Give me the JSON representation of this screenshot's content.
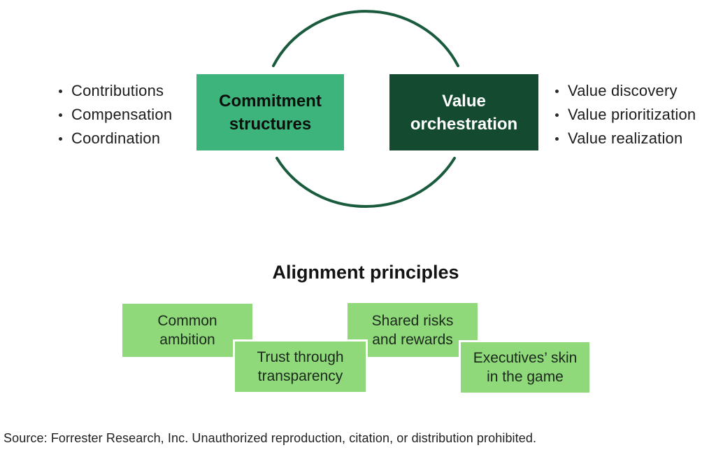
{
  "figure": {
    "left_list": {
      "items": [
        "Contributions",
        "Compensation",
        "Coordination"
      ]
    },
    "commitment_box": {
      "line1": "Commitment",
      "line2": "structures"
    },
    "value_box": {
      "line1": "Value",
      "line2": "orchestration"
    },
    "right_list": {
      "items": [
        "Value discovery",
        "Value prioritization",
        "Value realization"
      ]
    },
    "principles": {
      "title": "Alignment principles",
      "boxes": [
        {
          "line1": "Common",
          "line2": "ambition"
        },
        {
          "line1": "Trust through",
          "line2": "transparency"
        },
        {
          "line1": "Shared risks",
          "line2": "and rewards"
        },
        {
          "line1": "Executives’ skin",
          "line2": "in the game"
        }
      ]
    },
    "source": "Source: Forrester Research, Inc. Unauthorized reproduction, citation, or distribution prohibited.",
    "colors": {
      "medium_green": "#3DB47C",
      "dark_green": "#144A30",
      "light_green": "#8FD97A",
      "arc_green": "#1A5B3E"
    }
  }
}
